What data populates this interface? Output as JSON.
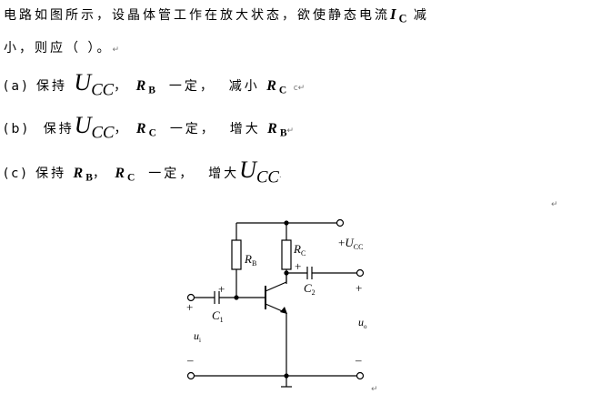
{
  "question": {
    "line1": "电路如图所示，设晶体管工作在放大状态，欲使静态电流",
    "line1_var": "I",
    "line1_var_sub": "C",
    "line1_end": "减",
    "line2": "小，则应（        ）。",
    "para_mark": "↵"
  },
  "options": {
    "a": {
      "label": "(a)",
      "text1": "保持",
      "ucc": "U",
      "ucc_sub": "CC",
      "sep": "，",
      "r1": "R",
      "r1_sub": "B",
      "text2": "一定，",
      "text3": "减小",
      "r2": "R",
      "r2_sub": "C",
      "tail": "c"
    },
    "b": {
      "label": "(b)",
      "text1": "保持",
      "ucc": "U",
      "ucc_sub": "CC",
      "sep": "，",
      "r1": "R",
      "r1_sub": "C",
      "text2": "一定，",
      "text3": "增大",
      "r2": "R",
      "r2_sub": "B"
    },
    "c": {
      "label": "(c)",
      "text1": "保持",
      "r1": "R",
      "r1_sub": "B",
      "sep": "，",
      "r2": "R",
      "r2_sub": "C",
      "text2": "一定，",
      "text3": "增大",
      "ucc": "U",
      "ucc_sub": "CC",
      "tail": "."
    }
  },
  "circuit": {
    "rb": "R",
    "rb_sub": "B",
    "rc": "R",
    "rc_sub": "C",
    "vcc_plus": "+",
    "vcc": "U",
    "vcc_sub": "CC",
    "c1": "C",
    "c1_sub": "1",
    "c2": "C",
    "c2_sub": "2",
    "ui": "u",
    "ui_sub": "i",
    "uo": "u",
    "uo_sub": "o",
    "plus": "+",
    "minus": "–"
  }
}
